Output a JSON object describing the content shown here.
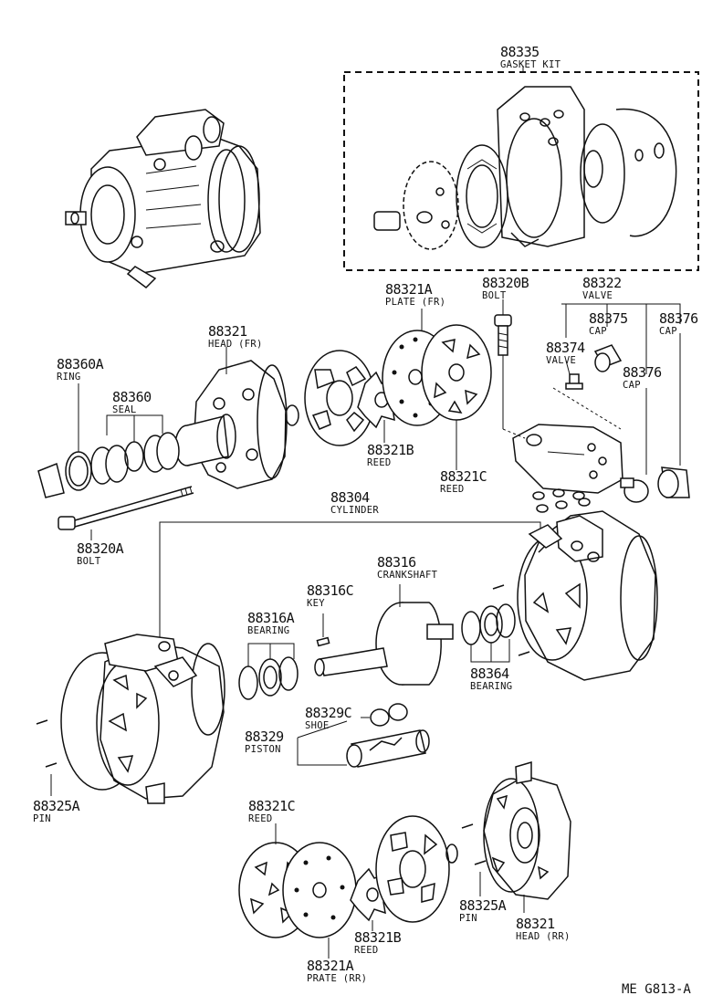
{
  "labels": [
    {
      "id": "gasket-kit",
      "num": "88335",
      "name": "GASKET KIT"
    },
    {
      "id": "plate-fr",
      "num": "88321A",
      "name": "PLATE (FR)"
    },
    {
      "id": "bolt-top",
      "num": "88320B",
      "name": "BOLT"
    },
    {
      "id": "valve-group",
      "num": "88322",
      "name": "VALVE"
    },
    {
      "id": "head-fr",
      "num": "88321",
      "name": "HEAD (FR)"
    },
    {
      "id": "cap-a",
      "num": "88375",
      "name": "CAP"
    },
    {
      "id": "cap-b",
      "num": "88376",
      "name": "CAP"
    },
    {
      "id": "valve-single",
      "num": "88374",
      "name": "VALVE"
    },
    {
      "id": "cap-c",
      "num": "88376",
      "name": "CAP"
    },
    {
      "id": "ring",
      "num": "88360A",
      "name": "RING"
    },
    {
      "id": "seal",
      "num": "88360",
      "name": "SEAL"
    },
    {
      "id": "reed-b-fr",
      "num": "88321B",
      "name": "REED"
    },
    {
      "id": "reed-c-fr",
      "num": "88321C",
      "name": "REED"
    },
    {
      "id": "cylinder",
      "num": "88304",
      "name": "CYLINDER"
    },
    {
      "id": "bolt-long",
      "num": "88320A",
      "name": "BOLT"
    },
    {
      "id": "crankshaft",
      "num": "88316",
      "name": "CRANKSHAFT"
    },
    {
      "id": "key",
      "num": "88316C",
      "name": "KEY"
    },
    {
      "id": "bearing-a",
      "num": "88316A",
      "name": "BEARING"
    },
    {
      "id": "bearing-b",
      "num": "88364",
      "name": "BEARING"
    },
    {
      "id": "shoe",
      "num": "88329C",
      "name": "SHOE"
    },
    {
      "id": "piston",
      "num": "88329",
      "name": "PISTON"
    },
    {
      "id": "pin-left",
      "num": "88325A",
      "name": "PIN"
    },
    {
      "id": "reed-c-rr",
      "num": "88321C",
      "name": "REED"
    },
    {
      "id": "pin-right",
      "num": "88325A",
      "name": "PIN"
    },
    {
      "id": "reed-b-rr",
      "num": "88321B",
      "name": "REED"
    },
    {
      "id": "head-rr",
      "num": "88321",
      "name": "HEAD (RR)"
    },
    {
      "id": "plate-rr",
      "num": "88321A",
      "name": "PRATE (RR)"
    }
  ],
  "diagram_code": "ME G813-A",
  "colors": {
    "ink": "#111111",
    "paper": "#ffffff"
  }
}
